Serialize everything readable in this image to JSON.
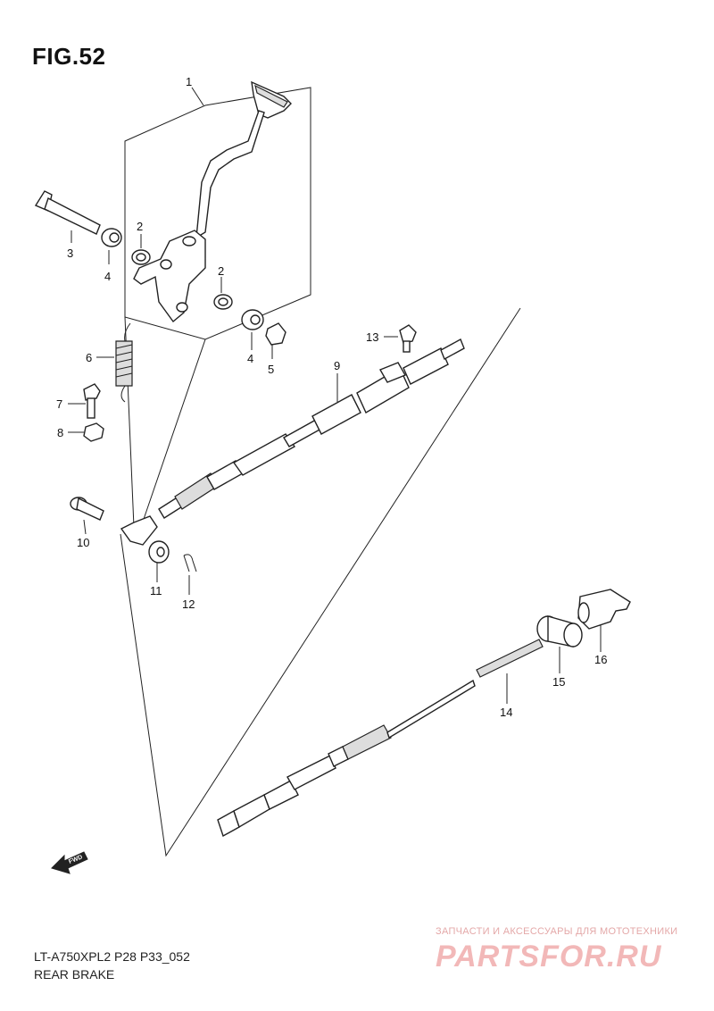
{
  "figure": {
    "title": "FIG.52",
    "callouts": [
      "1",
      "2",
      "2",
      "3",
      "4",
      "4",
      "5",
      "6",
      "7",
      "8",
      "9",
      "10",
      "11",
      "12",
      "13",
      "14",
      "15",
      "16"
    ],
    "direction_label": "FWD"
  },
  "footer": {
    "code": "LT-A750XPL2 P28 P33_052",
    "title": "REAR BRAKE"
  },
  "watermark": {
    "tagline": "ЗАПЧАСТИ И АКСЕССУАРЫ ДЛЯ МОТОТЕХНИКИ",
    "logo": "PARTSFOR.RU"
  }
}
